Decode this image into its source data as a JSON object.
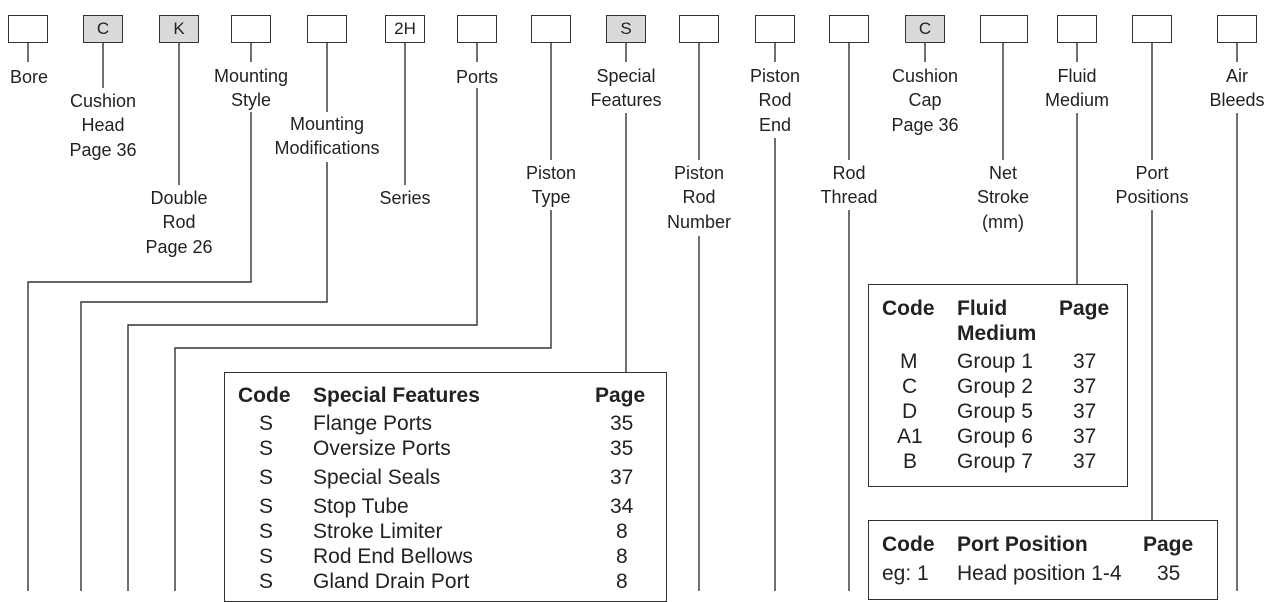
{
  "boxes": {
    "bore": "",
    "cushion_head": "C",
    "double_rod": "K",
    "mounting_style": "",
    "mounting_modifications": "",
    "series": "2H",
    "ports": "",
    "piston_type": "",
    "special_features": "S",
    "piston_rod_number": "",
    "piston_rod_end": "",
    "rod_thread": "",
    "cushion_cap": "C",
    "net_stroke": "",
    "fluid_medium": "",
    "port_positions": "",
    "air_bleeds": ""
  },
  "labels": {
    "bore": "Bore",
    "cushion_head": [
      "Cushion",
      "Head",
      "Page 36"
    ],
    "double_rod": [
      "Double",
      "Rod",
      "Page 26"
    ],
    "mounting_style": [
      "Mounting",
      "Style"
    ],
    "mounting_modifications": [
      "Mounting",
      "Modifications"
    ],
    "series": "Series",
    "ports": "Ports",
    "piston_type": [
      "Piston",
      "Type"
    ],
    "special_features": [
      "Special",
      "Features"
    ],
    "piston_rod_number": [
      "Piston",
      "Rod",
      "Number"
    ],
    "piston_rod_end": [
      "Piston",
      "Rod",
      "End"
    ],
    "rod_thread": [
      "Rod",
      "Thread"
    ],
    "cushion_cap": [
      "Cushion",
      "Cap",
      "Page 36"
    ],
    "net_stroke": [
      "Net",
      "Stroke",
      "(mm)"
    ],
    "fluid_medium": [
      "Fluid",
      "Medium"
    ],
    "port_positions": [
      "Port",
      "Positions"
    ],
    "air_bleeds": [
      "Air",
      "Bleeds"
    ]
  },
  "special_features_table": {
    "headers": [
      "Code",
      "Special Features",
      "Page"
    ],
    "rows": [
      [
        "S",
        "Flange Ports",
        "35"
      ],
      [
        "S",
        "Oversize Ports",
        "35"
      ],
      [
        "S",
        "Special Seals",
        "37"
      ],
      [
        "S",
        "Stop Tube",
        "34"
      ],
      [
        "S",
        "Stroke Limiter",
        "8"
      ],
      [
        "S",
        "Rod End Bellows",
        "8"
      ],
      [
        "S",
        "Gland Drain Port",
        "8"
      ]
    ]
  },
  "fluid_medium_table": {
    "headers": [
      "Code",
      "Fluid",
      "Medium",
      "Page"
    ],
    "rows": [
      [
        "M",
        "Group 1",
        "37"
      ],
      [
        "C",
        "Group 2",
        "37"
      ],
      [
        "D",
        "Group 5",
        "37"
      ],
      [
        "A1",
        "Group 6",
        "37"
      ],
      [
        "B",
        "Group 7",
        "37"
      ]
    ]
  },
  "port_position_table": {
    "headers": [
      "Code",
      "Port Position",
      "Page"
    ],
    "rows": [
      [
        "eg: 1",
        "Head position 1-4",
        "35"
      ]
    ]
  }
}
